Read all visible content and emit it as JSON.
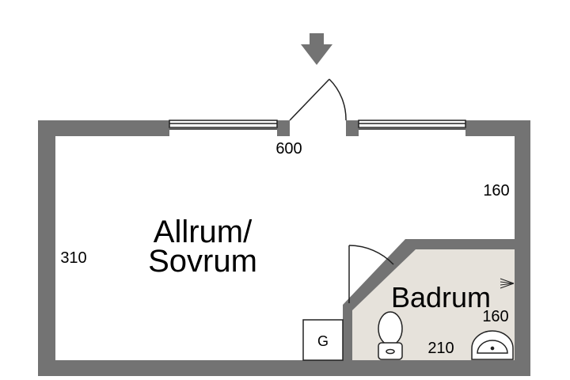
{
  "plan": {
    "entrance_marker": "arrow-down-icon",
    "rooms": {
      "main_line1": "Allrum/",
      "main_line2": "Sovrum",
      "bath": "Badrum",
      "closet": "G"
    },
    "dimensions": {
      "width_main": "600",
      "height_main": "310",
      "height_right": "160",
      "bath_height": "160",
      "bath_width": "210"
    },
    "colors": {
      "wall": "#737373",
      "bath_floor": "#e6e2db",
      "line": "#222222"
    }
  }
}
